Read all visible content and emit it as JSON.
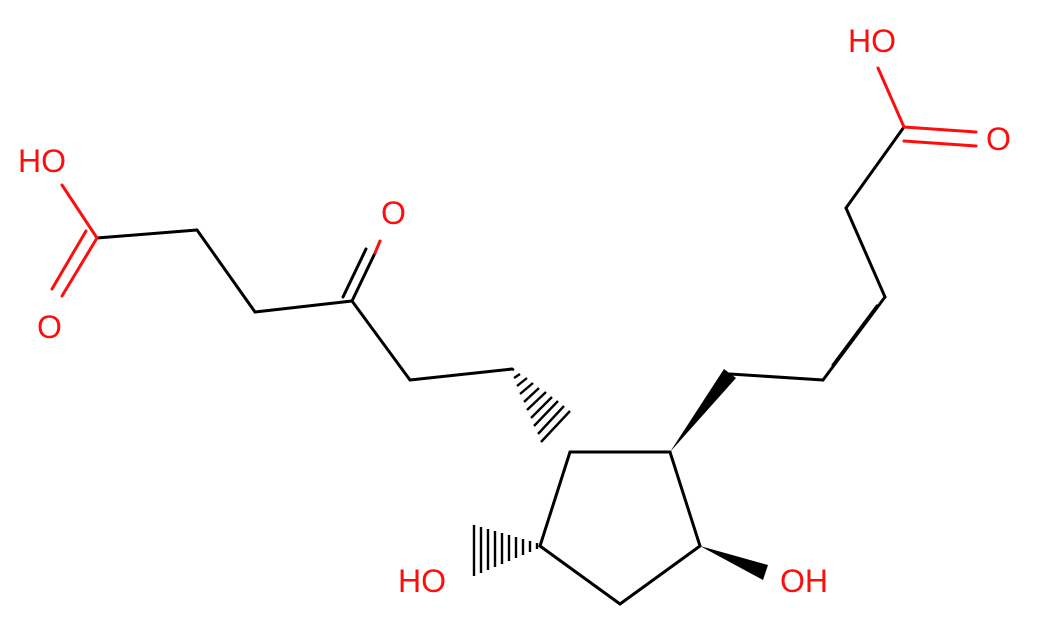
{
  "molecule": {
    "atom_labels": {
      "oh_top_right": "HO",
      "o_top_right": "O",
      "oh_top_left": "HO",
      "o_left": "O",
      "o_ketone": "O",
      "oh_bottom_left": "HO",
      "oh_bottom_right": "OH"
    },
    "colors": {
      "bond": "#000000",
      "oxygen": "#ff0d0d",
      "background": "#ffffff"
    }
  }
}
